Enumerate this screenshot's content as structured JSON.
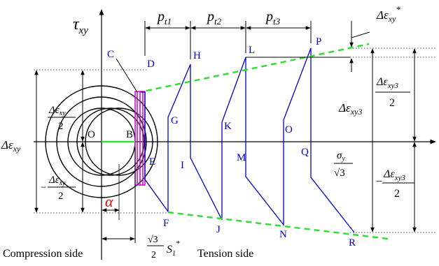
{
  "diagram": {
    "axis": {
      "tau": "τ",
      "tau_sub": "xy"
    },
    "intervals": [
      {
        "main": "p",
        "sub": "t1"
      },
      {
        "main": "p",
        "sub": "t2"
      },
      {
        "main": "p",
        "sub": "t3"
      }
    ],
    "top_right": {
      "main": "Δε",
      "sub": "xy",
      "sup": "*"
    },
    "left_range": {
      "main": "Δε",
      "sub": "xy"
    },
    "left_half_pos": {
      "num_main": "Δε",
      "num_sub": "xy",
      "den": "2"
    },
    "left_half_neg": {
      "sign": "−",
      "num_main": "Δε",
      "num_sub": "xy",
      "den": "2"
    },
    "right_range": {
      "main": "Δε",
      "sub": "xy3"
    },
    "right_half_pos": {
      "num_main": "Δε",
      "num_sub": "xy3",
      "den": "2"
    },
    "right_half_neg": {
      "sign": "−",
      "num_main": "Δε",
      "num_sub": "xy3",
      "den": "2"
    },
    "yield": {
      "num_main": "σ",
      "num_sub": "y",
      "den": "√3"
    },
    "alpha": "α",
    "shift": {
      "num": "√3",
      "den": "2",
      "main": "S",
      "sub": "1",
      "sup": "*"
    },
    "points": {
      "C": "C",
      "D": "D",
      "E": "E",
      "F": "F",
      "G": "G",
      "H": "H",
      "I": "I",
      "J": "J",
      "K": "K",
      "L": "L",
      "M": "M",
      "N": "N",
      "O": "O",
      "P": "P",
      "Q": "Q",
      "R": "R",
      "Oc": "O",
      "B": "B"
    },
    "compression_side": "Compression side",
    "tension_side": "Tension side"
  },
  "colors": {
    "path": "#0000cc",
    "envelope": "#33dd33",
    "yield_band": "#cc00cc",
    "alpha": "#ee0000",
    "ink": "#000000"
  }
}
